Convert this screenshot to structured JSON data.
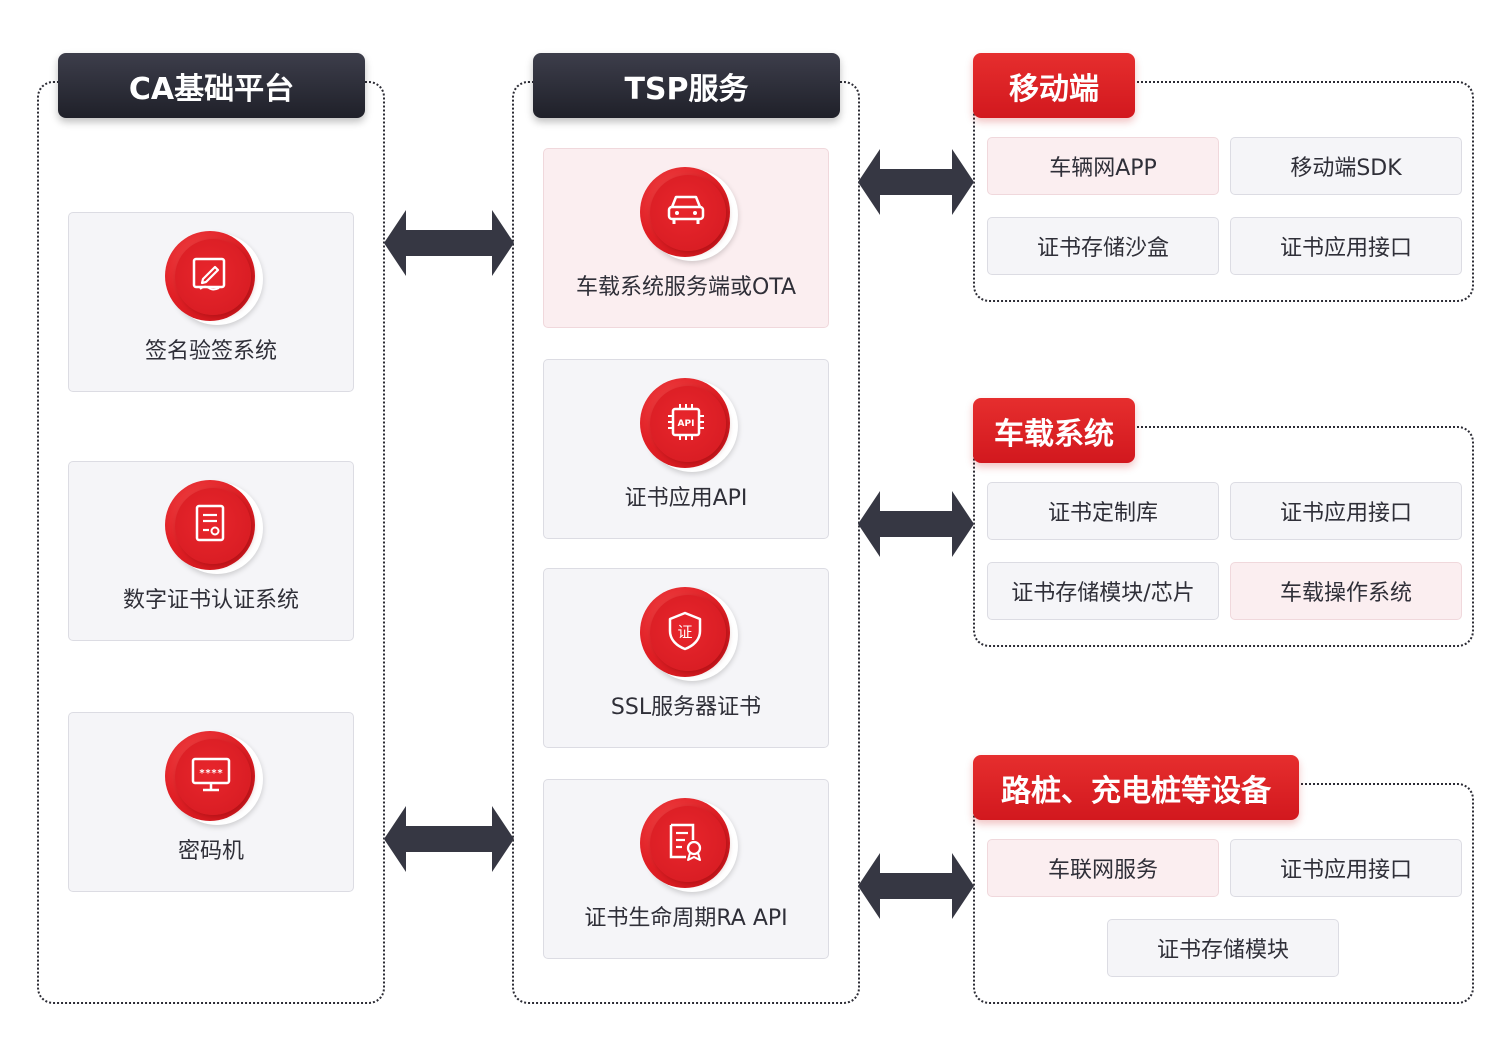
{
  "ca": {
    "title": "CA基础平台",
    "cards": [
      {
        "label": "签名验签系统",
        "icon": "sign-edit-icon"
      },
      {
        "label": "数字证书认证系统",
        "icon": "certificate-doc-icon"
      },
      {
        "label": "密码机",
        "icon": "password-terminal-icon"
      }
    ]
  },
  "tsp": {
    "title": "TSP服务",
    "cards": [
      {
        "label": "车载系统服务端或OTA",
        "icon": "car-icon"
      },
      {
        "label": "证书应用API",
        "icon": "api-chip-icon"
      },
      {
        "label": "SSL服务器证书",
        "icon": "cert-shield-icon"
      },
      {
        "label": "证书生命周期RA API",
        "icon": "cert-award-icon"
      }
    ],
    "shield_text": "证",
    "chip_text": "API"
  },
  "mobile": {
    "title": "移动端",
    "items": [
      "车辆网APP",
      "移动端SDK",
      "证书存储沙盒",
      "证书应用接口"
    ]
  },
  "vehicle": {
    "title": "车载系统",
    "items": [
      "证书定制库",
      "证书应用接口",
      "证书存储模块/芯片",
      "车载操作系统"
    ]
  },
  "devices": {
    "title": "路桩、充电桩等设备",
    "items": [
      "车联网服务",
      "证书应用接口",
      "证书存储模块"
    ]
  },
  "colors": {
    "accent_red": "#e11f25",
    "dark_header": "#2a2b36",
    "pink_card": "#fbeef0",
    "gray_card": "#f5f5f8"
  }
}
